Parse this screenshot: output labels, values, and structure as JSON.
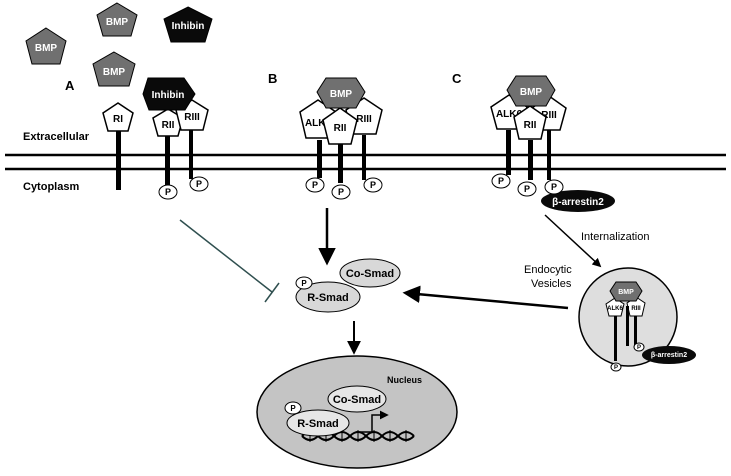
{
  "labels": {
    "extracellular": "Extracellular",
    "cytoplasm": "Cytoplasm",
    "nucleus": "Nucleus",
    "internalization": "Internalization",
    "endocytic_1": "Endocytic",
    "endocytic_2": "Vesicles"
  },
  "panels": {
    "a": "A",
    "b": "B",
    "c": "C"
  },
  "ligands": {
    "bmp": "BMP",
    "inhibin": "Inhibin"
  },
  "receptors": {
    "ri": "RI",
    "rii": "RII",
    "riii": "RIII",
    "alk3": "ALK3",
    "alk6": "ALK6"
  },
  "phospho": "P",
  "arrestin": "β-arrestin2",
  "smads": {
    "co": "Co-Smad",
    "r": "R-Smad"
  },
  "colors": {
    "bmp": "#707070",
    "inhibin": "#0a0a0a",
    "membrane": "#000000",
    "smad_fill": "#d8d8d8",
    "nucleus_fill": "#c4c4c4",
    "inhibit_line": "#2f4f4f"
  }
}
